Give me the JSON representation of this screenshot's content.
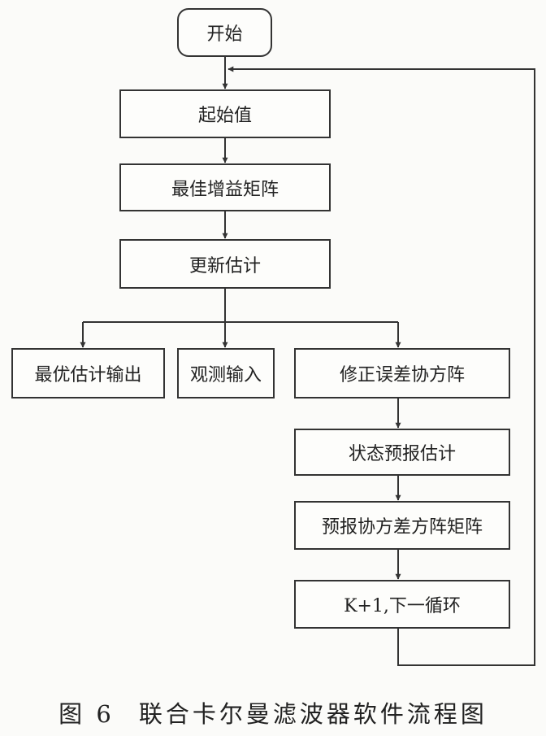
{
  "nodes": {
    "start": "开始",
    "initial_value": "起始值",
    "optimal_gain_matrix": "最佳增益矩阵",
    "update_estimate": "更新估计",
    "optimal_estimate_output": "最优估计输出",
    "observation_input": "观测输入",
    "correct_error_covariance": "修正误差协方阵",
    "state_prediction_estimate": "状态预报估计",
    "prediction_covariance_matrix": "预报协方差方阵矩阵",
    "next_loop": "K+1,下一循环"
  },
  "caption": {
    "figure_number": "图 6",
    "title": "联合卡尔曼滤波器软件流程图"
  }
}
